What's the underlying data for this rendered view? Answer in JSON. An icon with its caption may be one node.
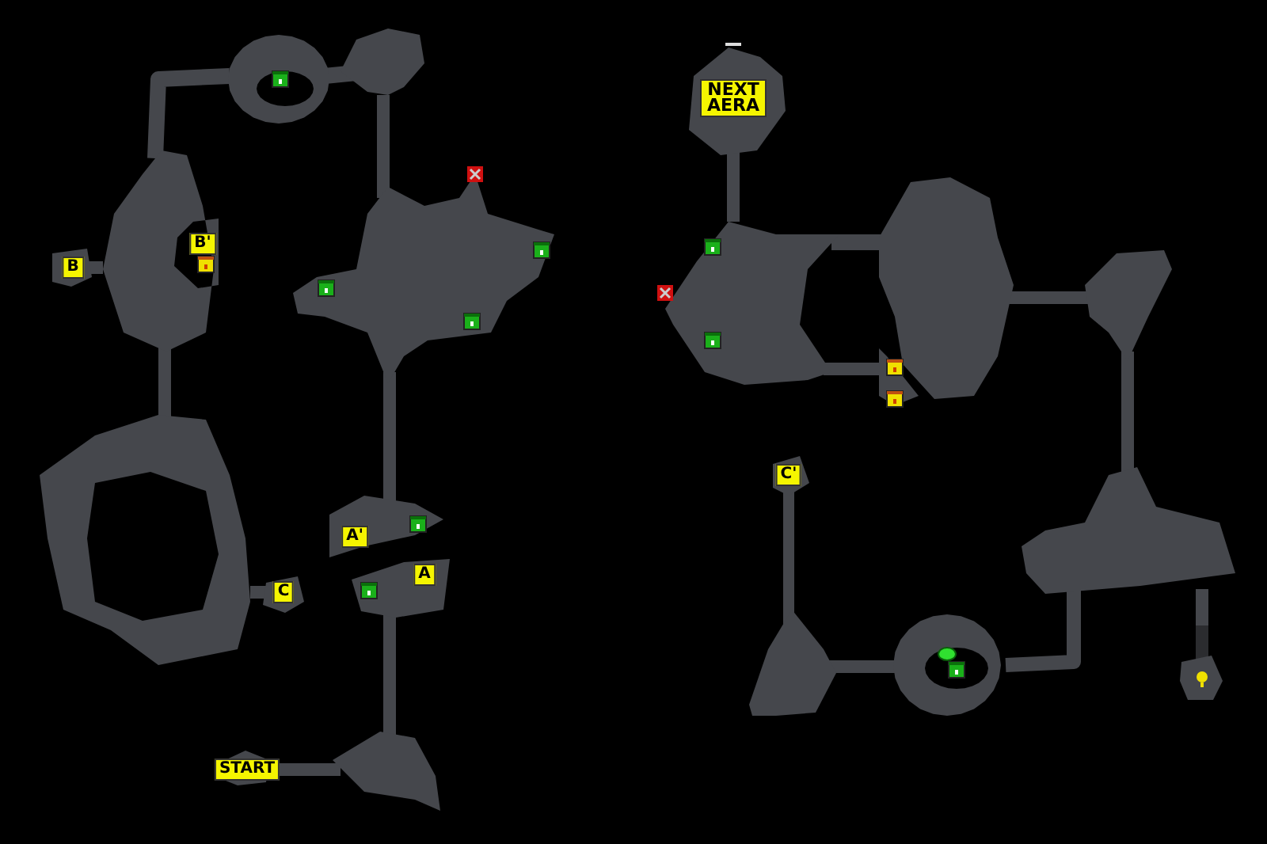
{
  "diagram": {
    "labels": [
      "NEXT AERA",
      "B'",
      "B",
      "C'",
      "A'",
      "A",
      "C",
      "START"
    ]
  }
}
